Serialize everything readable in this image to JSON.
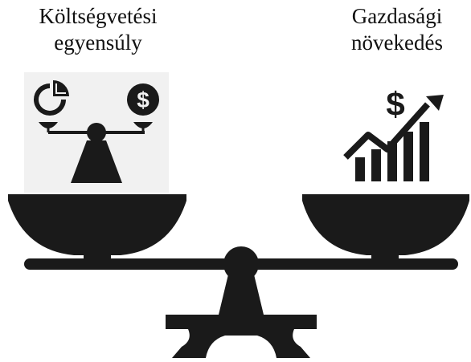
{
  "left_pan": {
    "label_lines": [
      "Költségvetési",
      "egyensúly"
    ],
    "icons": [
      "pie-chart-icon",
      "dollar-coin-icon",
      "balance-scale-icon"
    ]
  },
  "right_pan": {
    "label_lines": [
      "Gazdasági",
      "növekedés"
    ],
    "icons": [
      "dollar-sign-icon",
      "growth-bar-chart-icon"
    ]
  },
  "colors": {
    "ink": "#1a1a1a",
    "icon_background": "#f1f1f1",
    "background": "#ffffff"
  }
}
